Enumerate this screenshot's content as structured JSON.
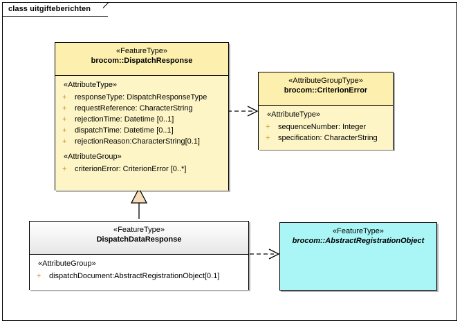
{
  "diagram": {
    "frame_label": "class uitgifteberichten"
  },
  "classes": [
    {
      "id": "dispatchresponse",
      "stereotype": "«FeatureType»",
      "name": "brocom::DispatchResponse",
      "abstract": false,
      "compartments": [
        {
          "group": "«AttributeType»",
          "attributes": [
            {
              "visibility": "+",
              "text": "responseType: DispatchResponseType"
            },
            {
              "visibility": "+",
              "text": "requestReference: CharacterString"
            },
            {
              "visibility": "+",
              "text": "rejectionTime: Datetime [0..1]"
            },
            {
              "visibility": "+",
              "text": "dispatchTime: Datetime [0..1]"
            },
            {
              "visibility": "+",
              "text": "rejectionReason:CharacterString[0.1]"
            }
          ]
        },
        {
          "group": "«AttributeGroup»",
          "attributes": [
            {
              "visibility": "+",
              "text": "criterionError: CriterionError [0..*]"
            }
          ]
        }
      ]
    },
    {
      "id": "criterionerror",
      "stereotype": "«AttributeGroupType»",
      "name": "brocom::CriterionError",
      "abstract": false,
      "compartments": [
        {
          "group": "«AttributeType»",
          "attributes": [
            {
              "visibility": "+",
              "text": "sequenceNumber: Integer"
            },
            {
              "visibility": "+",
              "text": "specification: CharacterString"
            }
          ]
        }
      ]
    },
    {
      "id": "dispatchdataresponse",
      "stereotype": "«FeatureType»",
      "name": "DispatchDataResponse",
      "abstract": false,
      "compartments": [
        {
          "group": "«AttributeGroup»",
          "attributes": [
            {
              "visibility": "+",
              "text": "dispatchDocument:AbstractRegistrationObject[0.1]"
            }
          ]
        }
      ]
    },
    {
      "id": "abstractregistrationobject",
      "stereotype": "«FeatureType»",
      "name": "brocom::AbstractRegistrationObject",
      "abstract": true,
      "compartments": []
    }
  ],
  "connectors": [
    {
      "name": "dependency-dispatchresponse-to-criterionerror",
      "type": "dependency",
      "style": "dashed-open-arrow",
      "from": "dispatchresponse",
      "to": "criterionerror"
    },
    {
      "name": "generalization-dispatchdataresponse-to-dispatchresponse",
      "type": "generalization",
      "style": "solid-hollow-triangle",
      "from": "dispatchdataresponse",
      "to": "dispatchresponse"
    },
    {
      "name": "dependency-dispatchdataresponse-to-abstractregistrationobject",
      "type": "dependency",
      "style": "dashed-open-arrow",
      "from": "dispatchdataresponse",
      "to": "abstractregistrationobject"
    }
  ],
  "colors": {
    "class_fill_yellow": "#fdf2b8",
    "class_fill_cyan": "#aaf5f5",
    "class_fill_gray": "#f1f1f1",
    "visibility_marker": "#d08a1a",
    "line": "#000000",
    "generalization_triangle_fill": "#f6ddb9"
  }
}
